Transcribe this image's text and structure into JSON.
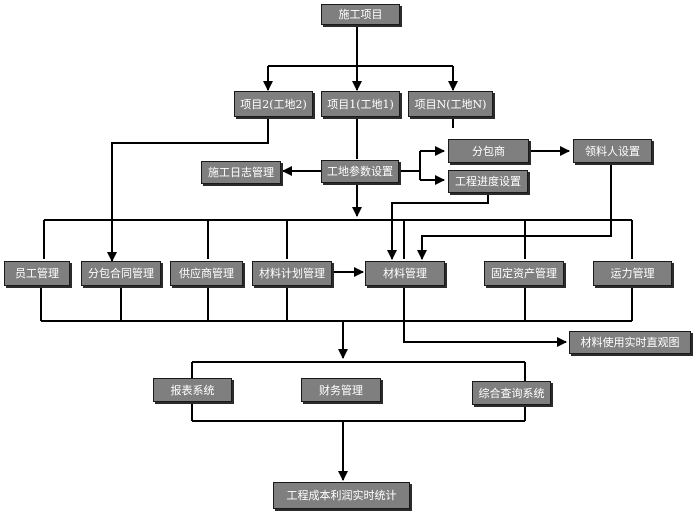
{
  "nodes": {
    "root": "施工项目",
    "project2": "项目2(工地2)",
    "project1": "项目1(工地1)",
    "projectN": "项目N(工地N)",
    "param": "工地参数设置",
    "log": "施工日志管理",
    "subcontractor": "分包商",
    "progress": "工程进度设置",
    "recipient": "领料人设置",
    "staff": "员工管理",
    "subcontract": "分包合同管理",
    "supplier": "供应商管理",
    "material_plan": "材料计划管理",
    "material": "材料管理",
    "fixed_assets": "固定资产管理",
    "transport": "运力管理",
    "material_usage": "材料使用实时直观图",
    "report": "报表系统",
    "finance": "财务管理",
    "query": "综合查询系统",
    "profit": "工程成本利润实时统计"
  }
}
